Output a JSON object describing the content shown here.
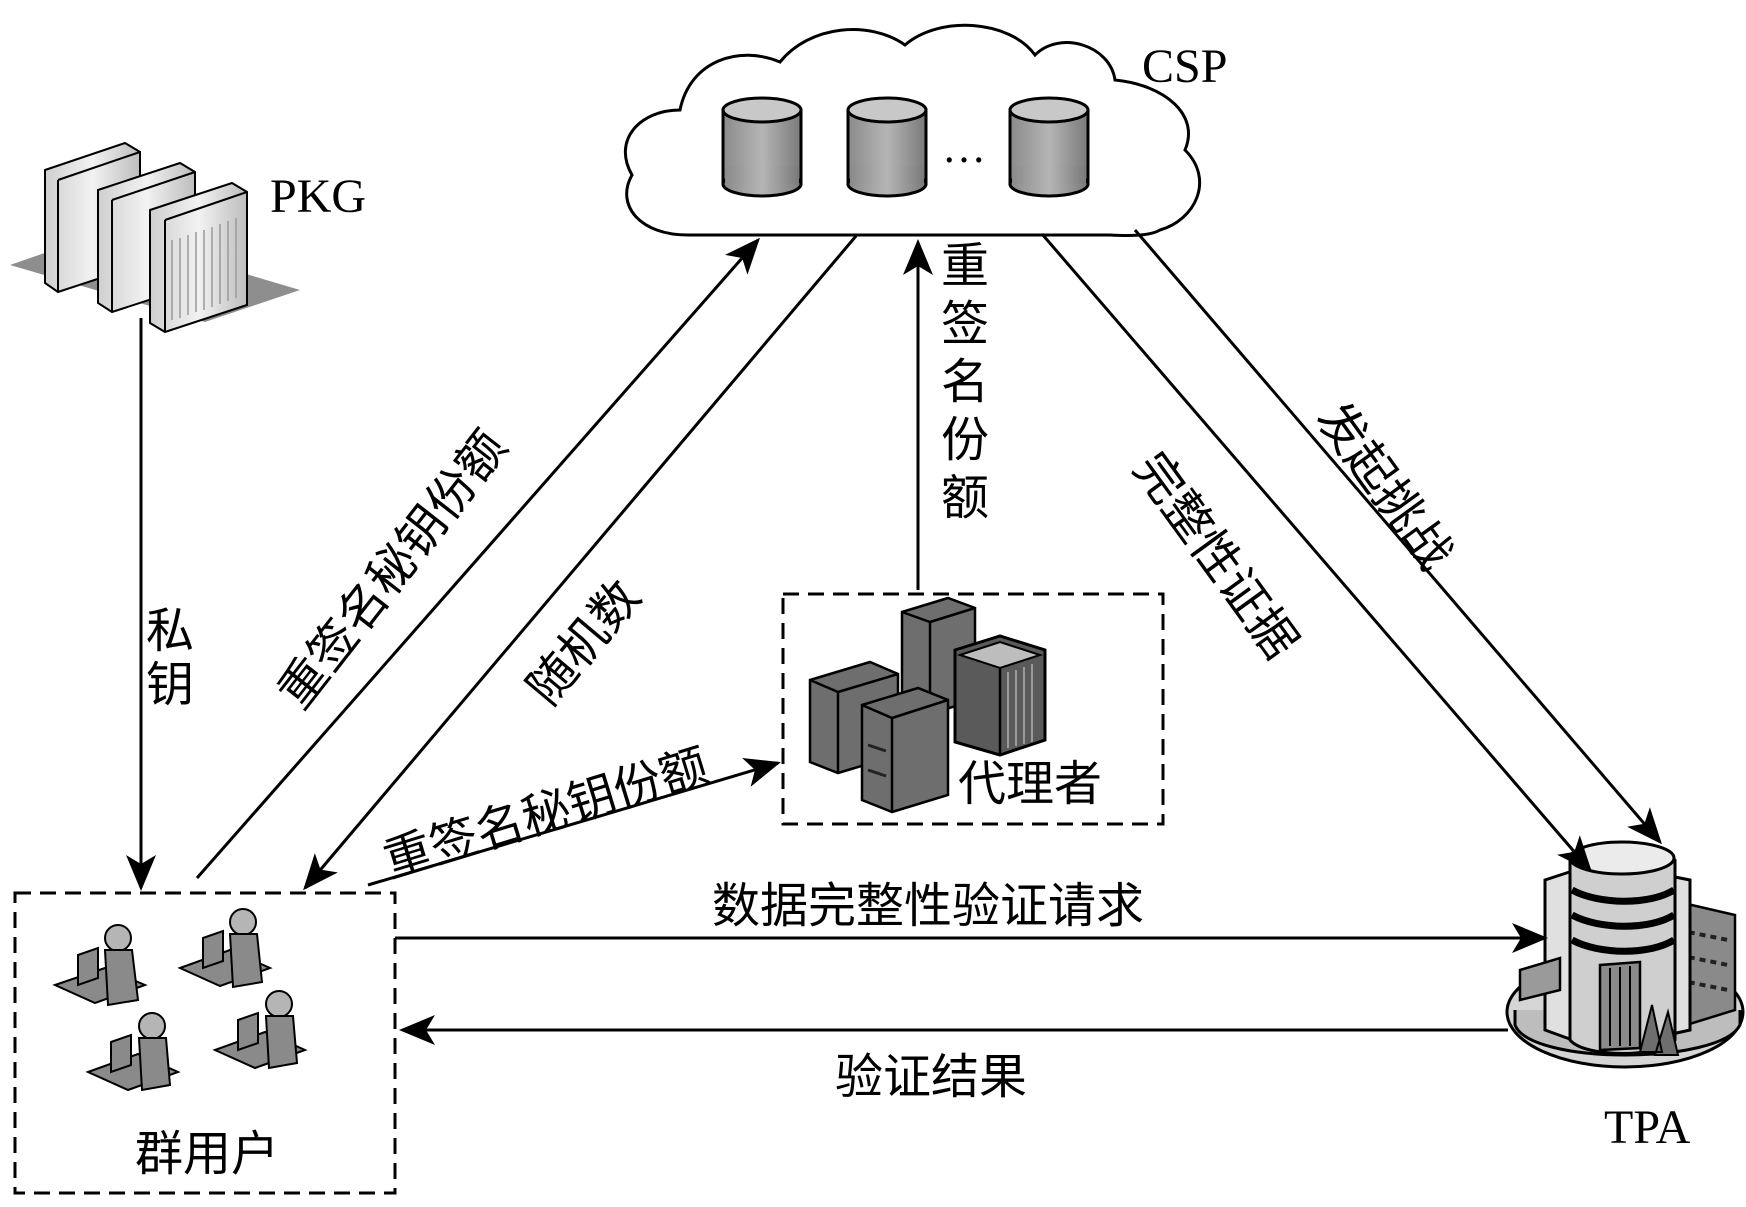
{
  "nodes": {
    "csp": "CSP",
    "pkg": "PKG",
    "proxy": "代理者",
    "group_users": "群用户",
    "tpa": "TPA"
  },
  "edges": {
    "private_key": "私钥",
    "resign_key_share_to_csp": "重签名秘钥份额",
    "random_number": "随机数",
    "resign_key_share_to_proxy": "重签名秘钥份额",
    "resign_share": "重签名份额",
    "integrity_proof": "完整性证据",
    "initiate_challenge": "发起挑战",
    "verify_request": "数据完整性验证请求",
    "verify_result": "验证结果"
  },
  "cloud": {
    "ellipsis": "…"
  }
}
